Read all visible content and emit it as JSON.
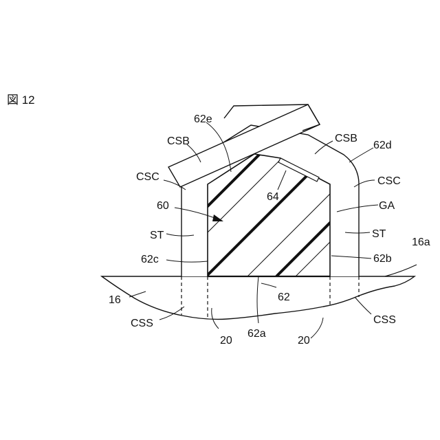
{
  "figure": {
    "caption": "図 12",
    "labels": {
      "l_62e": "62e",
      "l_csb_left": "CSB",
      "l_csb_right": "CSB",
      "l_62d": "62d",
      "l_csc_left": "CSC",
      "l_csc_right": "CSC",
      "l_64": "64",
      "l_60": "60",
      "l_ga": "GA",
      "l_st_left": "ST",
      "l_st_right": "ST",
      "l_16a": "16a",
      "l_62c": "62c",
      "l_62b": "62b",
      "l_16": "16",
      "l_62": "62",
      "l_css_left": "CSS",
      "l_css_right": "CSS",
      "l_20_left": "20",
      "l_62a": "62a",
      "l_20_right": "20"
    }
  }
}
